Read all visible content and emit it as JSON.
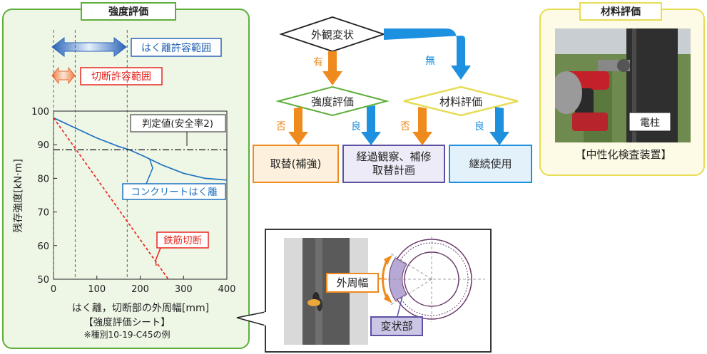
{
  "strength_panel": {
    "title": "強度評価",
    "peel_range_label": "はく離許容範囲",
    "cut_range_label": "切断許容範囲",
    "footnote_title": "【強度評価シート】",
    "footnote_example": "※種別10-19-C45の例"
  },
  "chart_data": {
    "type": "line",
    "xlabel": "はく離，切断部の外周幅[mm]",
    "ylabel": "残存強度[kN·m]",
    "xlim": [
      0,
      400
    ],
    "ylim": [
      50,
      100
    ],
    "x_ticks": [
      0,
      100,
      200,
      300,
      400
    ],
    "y_ticks": [
      50,
      60,
      70,
      80,
      90,
      100
    ],
    "grid": false,
    "threshold": {
      "label": "判定値(安全率2)",
      "value": 88.5
    },
    "vertical_guides": [
      0,
      50,
      170
    ],
    "series": [
      {
        "name": "コンクリートはく離",
        "x": [
          0,
          50,
          100,
          150,
          175,
          210,
          250,
          300,
          350,
          400
        ],
        "y": [
          98,
          95,
          92,
          89.5,
          88.5,
          86.5,
          84,
          81.5,
          80,
          79.5
        ],
        "color": "#1e70c0",
        "style": "solid"
      },
      {
        "name": "鉄筋切断",
        "x": [
          0,
          265
        ],
        "y": [
          98,
          50
        ],
        "color": "#e8251e",
        "style": "dashed"
      }
    ]
  },
  "flowchart": {
    "start": "外観変状",
    "label_yes": "有",
    "label_no": "無",
    "strength_eval": "強度評価",
    "material_eval": "材料評価",
    "label_bad_1": "否",
    "label_good_1": "良",
    "label_bad_2": "否",
    "label_good_2": "良",
    "result_replace": "取替(補強)",
    "result_observe_line1": "経過観察、補修",
    "result_observe_line2": "取替計画",
    "result_continue": "継続使用"
  },
  "material_panel": {
    "title": "材料評価",
    "pole_label": "電柱",
    "device_caption": "【中性化検査装置】"
  },
  "detail_panel": {
    "circumference_label": "外周幅",
    "deformation_label": "変状部"
  },
  "colors": {
    "green": "#5fae3b",
    "orange": "#ef8a1e",
    "blue": "#1e90e0",
    "yellow": "#e7dc55",
    "red": "#e8251e"
  }
}
